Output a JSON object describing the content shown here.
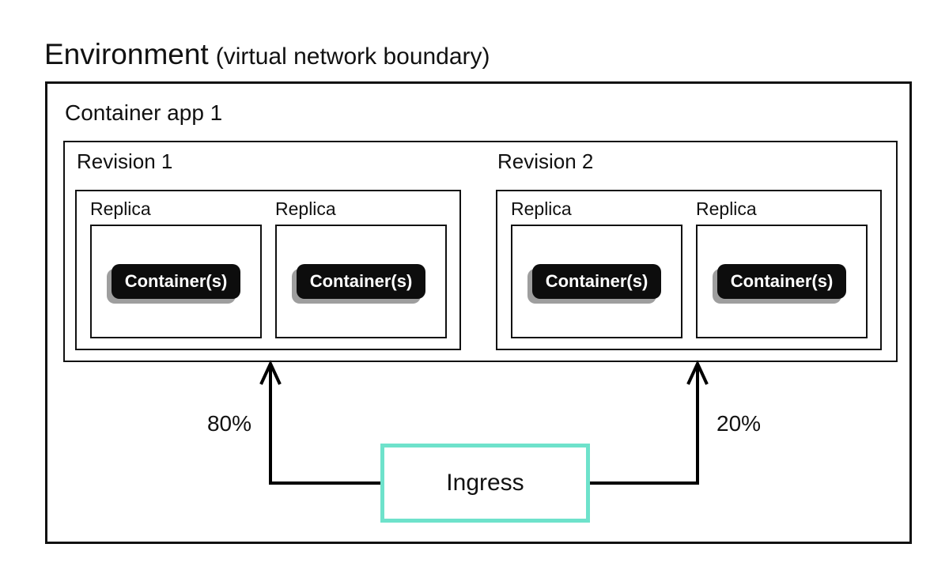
{
  "title": {
    "main": "Environment",
    "suffix": "(virtual network boundary)"
  },
  "environment": {
    "container_app": {
      "label": "Container app 1",
      "revisions": [
        {
          "label": "Revision 1",
          "replicas": [
            {
              "label": "Replica",
              "containers_label": "Container(s)"
            },
            {
              "label": "Replica",
              "containers_label": "Container(s)"
            }
          ]
        },
        {
          "label": "Revision 2",
          "replicas": [
            {
              "label": "Replica",
              "containers_label": "Container(s)"
            },
            {
              "label": "Replica",
              "containers_label": "Container(s)"
            }
          ]
        }
      ]
    },
    "ingress": {
      "label": "Ingress"
    },
    "traffic_split": [
      {
        "to": "Revision 1",
        "percent": "80%"
      },
      {
        "to": "Revision 2",
        "percent": "20%"
      }
    ]
  },
  "colors": {
    "background": "#ffffff",
    "box_border": "#111111",
    "text": "#111111",
    "ingress_border": "#6ee2cb",
    "containers_pill_bg": "#0d0d0d",
    "containers_pill_text": "#ffffff",
    "containers_pill_shadow": "#9e9e9e",
    "arrow": "#000000"
  }
}
